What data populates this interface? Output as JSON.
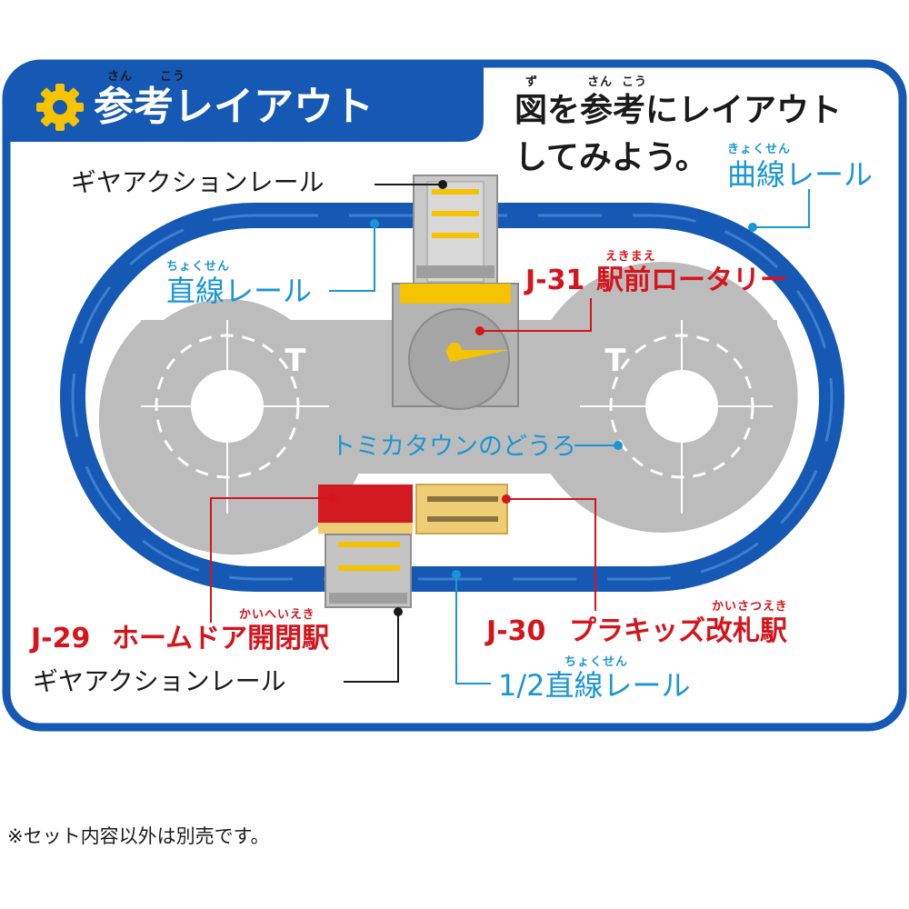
{
  "header": {
    "title": "参考レイアウト",
    "title_ruby": [
      "さん",
      "こう"
    ],
    "icon": "gear-icon"
  },
  "instruction": {
    "line1": "図を参考にレイアウト",
    "line2": "してみよう。",
    "ruby": [
      "ず",
      "さん",
      "こう"
    ]
  },
  "labels": {
    "gear_top": "ギヤアクションレール",
    "curve": "曲線レール",
    "curve_ruby": "きょくせん",
    "straight": "直線レール",
    "straight_ruby": "ちょくせん",
    "j31_code": "J-31",
    "j31_name": "駅前ロータリー",
    "j31_ruby": "えきまえ",
    "road": "トミカタウンのどうろ",
    "j29_code": "J-29",
    "j29_name": "ホームドア開閉駅",
    "j29_ruby": "かいへいえき",
    "j30_code": "J-30",
    "j30_name": "プラキッズ改札駅",
    "j30_ruby": "かいさつえき",
    "gear_bottom": "ギヤアクションレール",
    "half": "1/2直線レール",
    "half_ruby": "ちょくせん"
  },
  "footnote": "※セット内容以外は別売です。",
  "colors": {
    "frame_blue": "#1559b4",
    "label_blue": "#1a96d4",
    "label_red": "#d6141c",
    "gear_yellow": "#f6c300",
    "road_gray": "#b9b9b9",
    "station_red": "#d21a20",
    "station_tan": "#efcd74"
  }
}
